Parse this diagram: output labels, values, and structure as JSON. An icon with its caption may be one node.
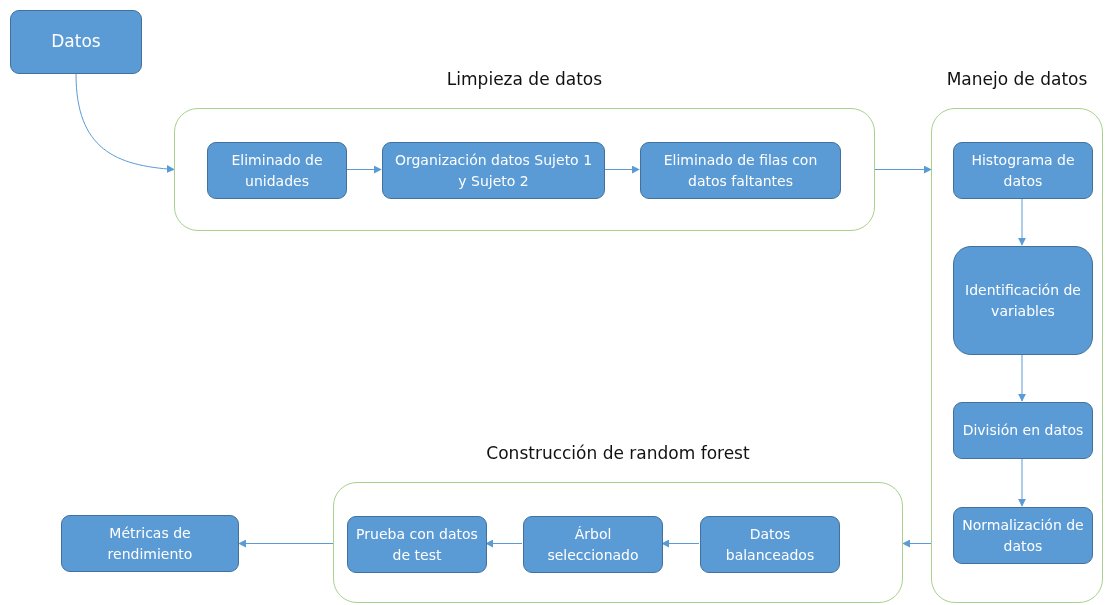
{
  "diagram": {
    "nodes": [
      {
        "text": [
          "Datos"
        ]
      },
      {
        "text": [
          "Limpieza de datos"
        ]
      },
      {
        "text": [
          "Eliminado de unidades"
        ],
        "in": 1
      },
      {
        "text": [
          "Organización datos Sujeto 1 y Sujeto 2"
        ],
        "in": 1
      },
      {
        "text": [
          "Eliminado de filas con datos faltantes"
        ],
        "in": 1
      },
      {
        "text": [
          "Manejo de datos"
        ]
      },
      {
        "text": [
          "Histograma de datos"
        ],
        "in": 5
      },
      {
        "text": [
          "Identificación de variables"
        ],
        "in": 5
      },
      {
        "text": [
          "División en datos"
        ],
        "in": 5
      },
      {
        "text": [
          "Normalización de datos"
        ],
        "in": 5
      },
      {
        "text": [
          "Construcción de random forest"
        ]
      },
      {
        "text": [
          "Prueba con datos de test"
        ],
        "in": 10
      },
      {
        "text": [
          "Árbol seleccionado"
        ],
        "in": 10
      },
      {
        "text": [
          "Datos balanceados"
        ],
        "in": 10
      },
      {
        "text": [
          "Métricas de rendimiento"
        ]
      }
    ],
    "edges": [
      {
        "from": 0,
        "to": 1,
        "arrow": "to"
      },
      {
        "from": 2,
        "to": 3,
        "arrow": "to"
      },
      {
        "from": 3,
        "to": 4,
        "arrow": "to"
      },
      {
        "from": 1,
        "to": 5,
        "arrow": "to"
      },
      {
        "from": 6,
        "to": 7,
        "arrow": "to"
      },
      {
        "from": 7,
        "to": 8,
        "arrow": "to"
      },
      {
        "from": 8,
        "to": 9,
        "arrow": "to"
      },
      {
        "from": 5,
        "to": 10,
        "arrow": "to"
      },
      {
        "from": 13,
        "to": 12,
        "arrow": "to"
      },
      {
        "from": 12,
        "to": 11,
        "arrow": "to"
      },
      {
        "from": 10,
        "to": 14,
        "arrow": "to"
      }
    ]
  }
}
